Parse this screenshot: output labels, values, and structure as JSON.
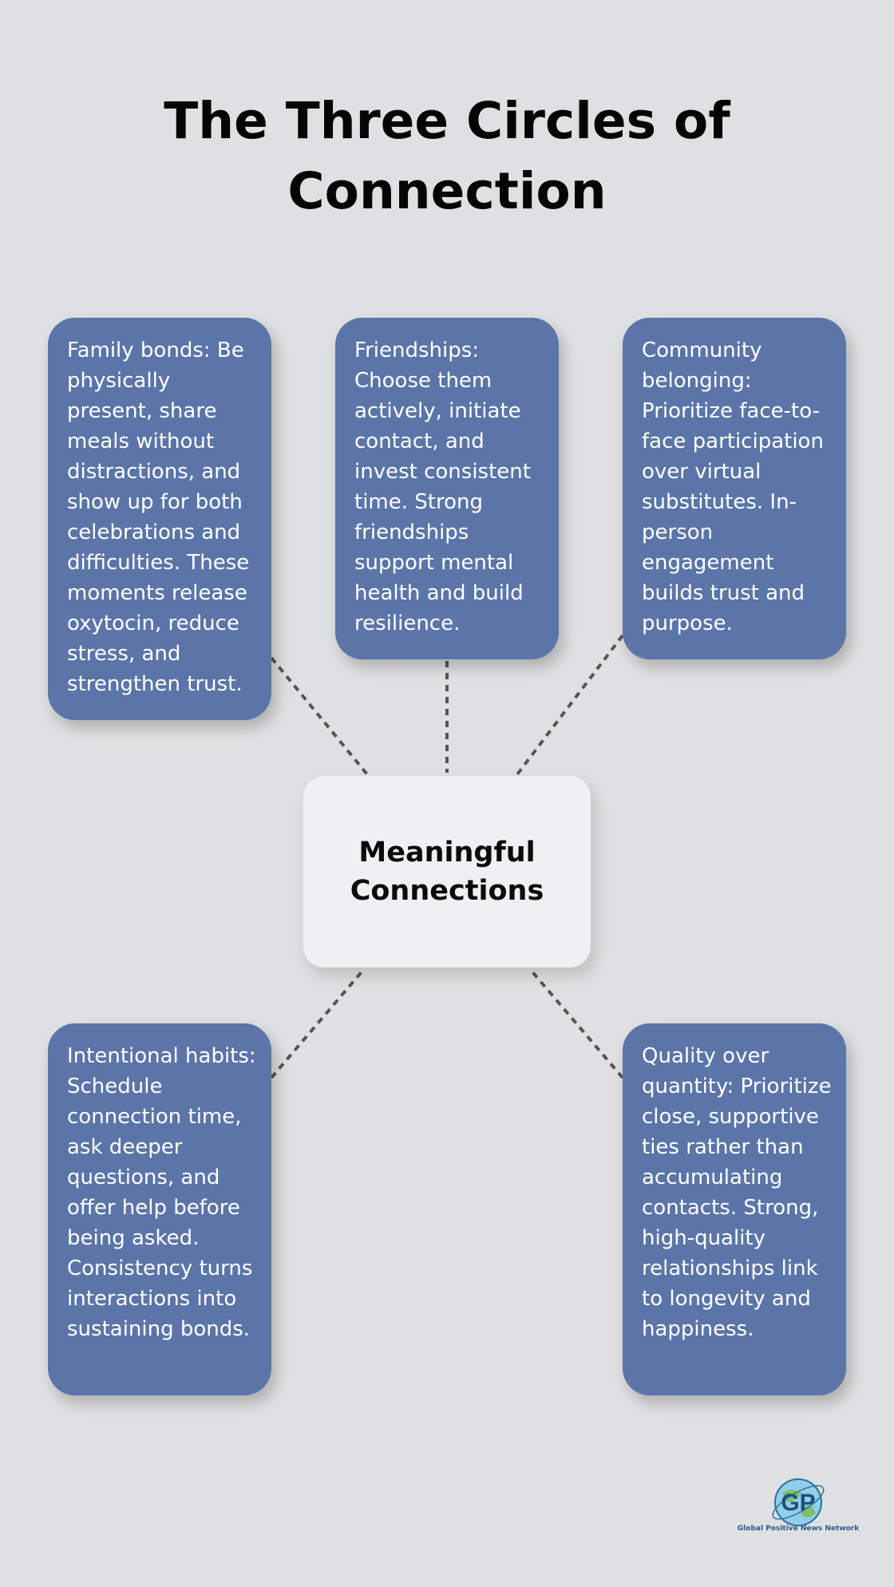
{
  "title": "The Three Circles of Connection",
  "center": {
    "label": "Meaningful Connections"
  },
  "cards": {
    "family": "Family bonds: Be physically present, share meals without distractions, and show up for both celebrations and difficulties. These moments release oxytocin, reduce stress, and strengthen trust.",
    "friendships": "Friendships: Choose them actively, initiate contact, and invest consistent time. Strong friendships support mental health and build resilience.",
    "community": "Community belonging: Prioritize face-to-face participation over virtual substitutes. In-person engagement builds trust and purpose.",
    "habits": "Intentional habits: Schedule connection time, ask deeper questions, and offer help before being asked. Consistency turns interactions into sustaining bonds.",
    "quality": "Quality over quantity: Prioritize close, supportive ties rather than accumulating contacts. Strong, high-quality relationships link to longevity and happiness."
  },
  "logo": {
    "initials": "GP",
    "text": "Global Positive News Network"
  },
  "colors": {
    "card": "#5b75a8",
    "background": "#dfe0e1",
    "center": "#eff0f2",
    "connector": "#555555"
  }
}
